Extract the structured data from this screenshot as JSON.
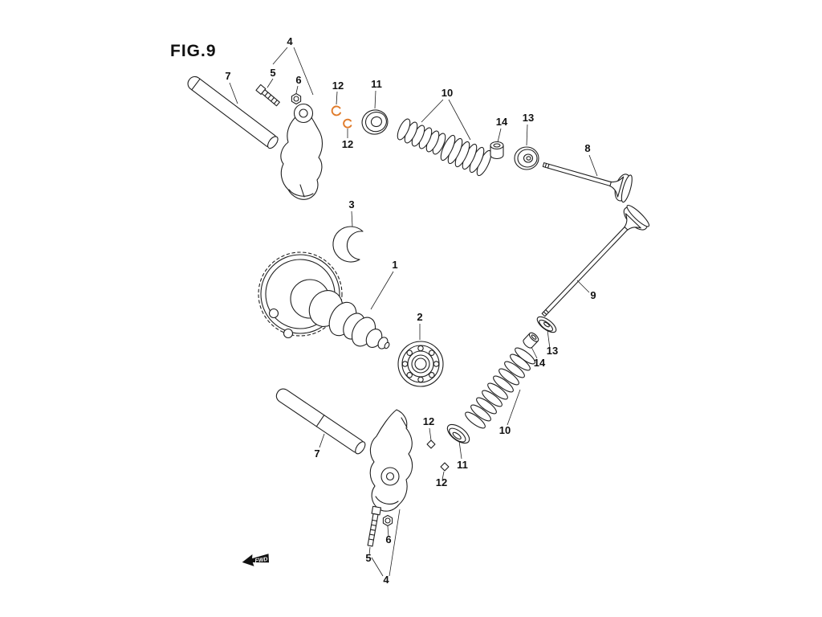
{
  "figure": {
    "title": "FIG.9",
    "fwd_label": "FWD"
  },
  "colors": {
    "line": "#1f1f1f",
    "highlight": "#e07b2a",
    "label": "#111111",
    "background": "#ffffff"
  },
  "callouts": {
    "n1": "1",
    "n2": "2",
    "n3": "3",
    "n4": "4",
    "n5": "5",
    "n6": "6",
    "n7": "7",
    "n8": "8",
    "n9": "9",
    "n10": "10",
    "n11": "11",
    "n12": "12",
    "n13": "13",
    "n14": "14"
  }
}
